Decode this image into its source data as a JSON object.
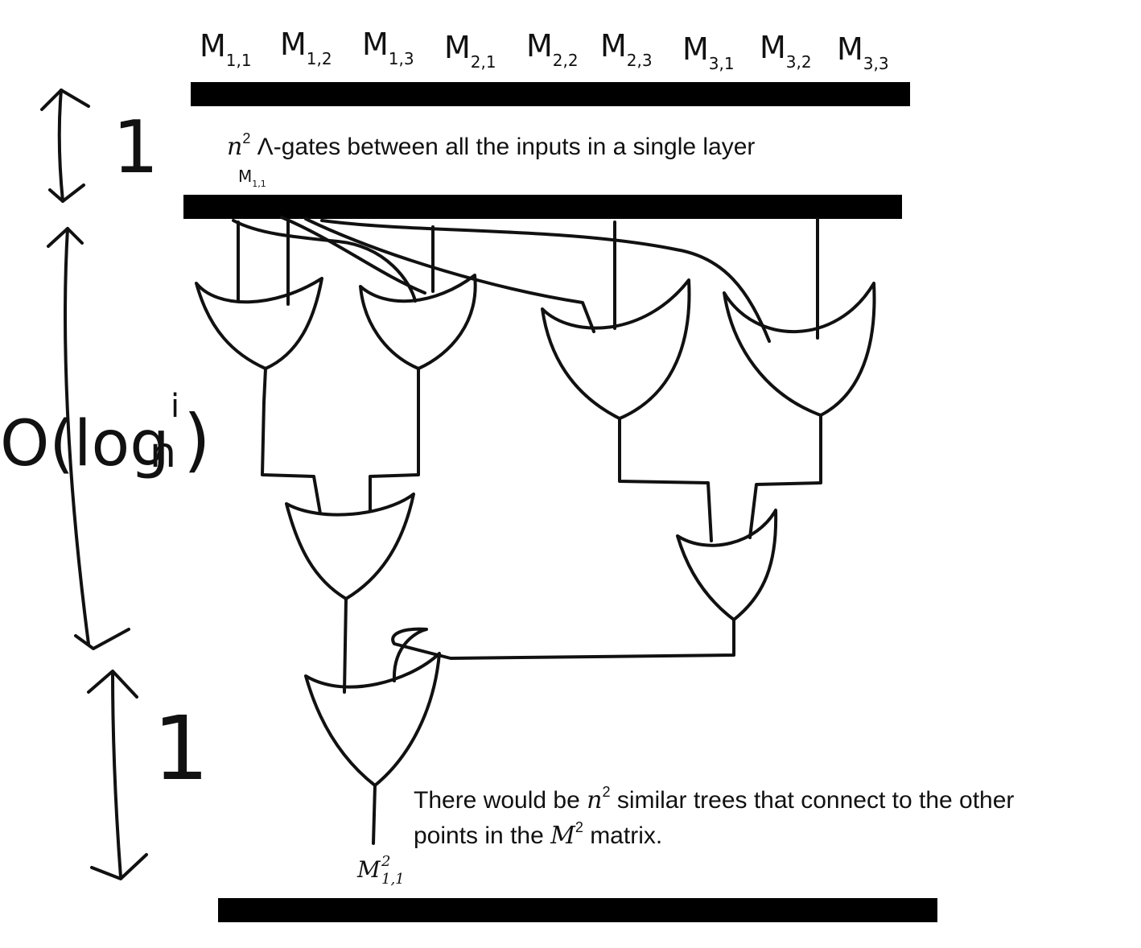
{
  "inputs": [
    "M1,1",
    "M1,2",
    "M1,3",
    "M2,1",
    "M2,2",
    "M2,3",
    "M3,1",
    "M3,2",
    "M3,3"
  ],
  "layer_note": {
    "prefix": "n",
    "superscript": "2",
    "text": " Λ-gates between all the inputs in a single layer"
  },
  "small_input_label": "M1,1",
  "depth_labels": {
    "top": "1",
    "middle": "O(log",
    "middle_power": "i",
    "middle_base": "n",
    "middle_close": ")",
    "bottom": "1"
  },
  "trees_note": {
    "line1_prefix": "There would be ",
    "line1_var": "n",
    "line1_sup": "2",
    "line1_suffix": " similar trees that connect to the other",
    "line2_prefix": "points in the ",
    "line2_var": "M",
    "line2_sup": "2",
    "line2_suffix": " matrix."
  },
  "output_label": {
    "base": "M",
    "sup": "2",
    "sub": "1,1"
  }
}
